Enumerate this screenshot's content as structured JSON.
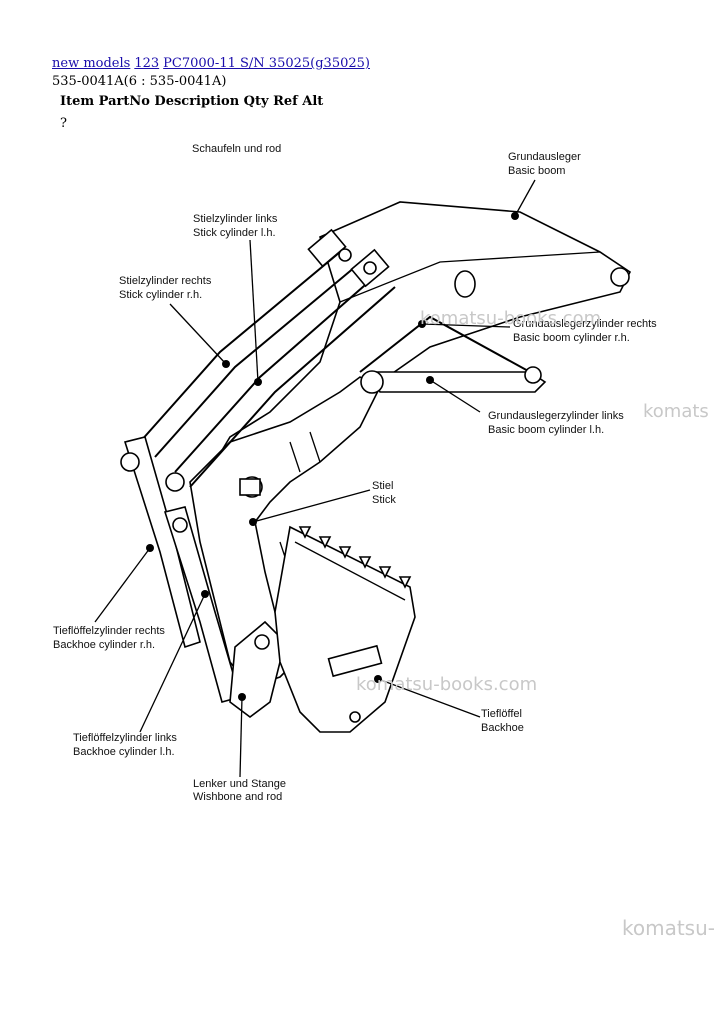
{
  "breadcrumb": {
    "links": [
      "new models",
      "123",
      "PC7000-11 S/N 35025(g35025)"
    ]
  },
  "subtitle": "535-0041A(6 : 535-0041A)",
  "table": {
    "header": "Item PartNo Description Qty Ref Alt",
    "rows": [
      "?"
    ]
  },
  "diagram": {
    "labels": {
      "top_cut_de": "Schaufeln und rod",
      "grundausleger_de": "Grundausleger",
      "grundausleger_en": "Basic boom",
      "stielzyl_links_de": "Stielzylinder links",
      "stielzyl_links_en": "Stick cylinder l.h.",
      "stielzyl_rechts_de": "Stielzylinder rechts",
      "stielzyl_rechts_en": "Stick cylinder r.h.",
      "gazyl_rechts_de": "Grundauslegerzylinder rechts",
      "gazyl_rechts_en": "Basic boom cylinder r.h.",
      "gazyl_links_de": "Grundauslegerzylinder links",
      "gazyl_links_en": "Basic boom cylinder l.h.",
      "stiel_de": "Stiel",
      "stiel_en": "Stick",
      "tlzyl_rechts_de": "Tieflöffelzylinder rechts",
      "tlzyl_rechts_en": "Backhoe cylinder r.h.",
      "tlzyl_links_de": "Tieflöffelzylinder links",
      "tlzyl_links_en": "Backhoe cylinder l.h.",
      "tieffoeffel_de": "Tieflöffel",
      "tieffoeffel_en": "Backhoe",
      "lenker_de": "Lenker und Stange",
      "lenker_en": "Wishbone and rod"
    },
    "watermarks": [
      "komatsu-books.com",
      "komats",
      "komatsu-books.com",
      "komatsu-"
    ]
  }
}
